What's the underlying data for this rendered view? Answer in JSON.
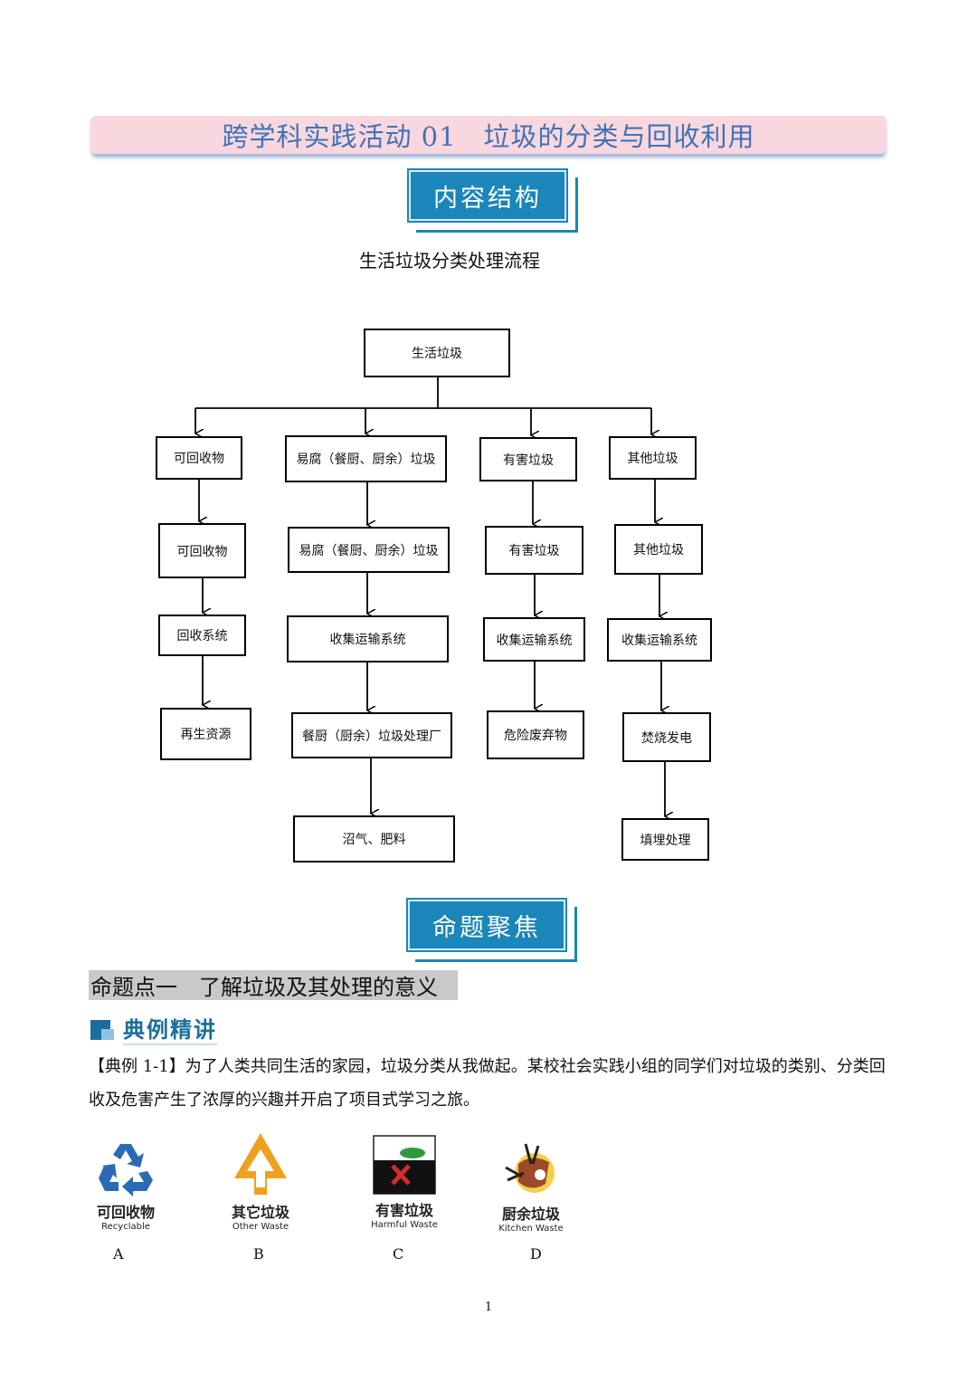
{
  "header": {
    "title": "跨学科实践活动 01　垃圾的分类与回收利用"
  },
  "section1": {
    "label": "内容结构"
  },
  "flowchart": {
    "title": "生活垃圾分类处理流程",
    "root": "生活垃圾",
    "col1": [
      "可回收物",
      "可回收物",
      "回收系统",
      "再生资源"
    ],
    "col2": [
      "易腐（餐厨、厨余）垃圾",
      "易腐（餐厨、厨余）垃圾",
      "收集运输系统",
      "餐厨（厨余）垃圾处理厂",
      "沼气、肥料"
    ],
    "col3": [
      "有害垃圾",
      "有害垃圾",
      "收集运输系统",
      "危险废弃物"
    ],
    "col4": [
      "其他垃圾",
      "其他垃圾",
      "收集运输系统",
      "焚烧发电",
      "填埋处理"
    ]
  },
  "section2": {
    "label": "命题聚焦"
  },
  "topic": {
    "title": "命题点一　了解垃圾及其处理的意义"
  },
  "example": {
    "heading": "典例精讲",
    "text": "【典例 1-1】为了人类共同生活的家园，垃圾分类从我做起。某校社会实践小组的同学们对垃圾的类别、分类回收及危害产生了浓厚的兴趣并开启了项目式学习之旅。"
  },
  "logos": [
    {
      "cn": "可回收物",
      "en": "Recyclable",
      "letter": "A",
      "color": "#2b6bb3"
    },
    {
      "cn": "其它垃圾",
      "en": "Other Waste",
      "letter": "B",
      "color": "#f0a020"
    },
    {
      "cn": "有害垃圾",
      "en": "Harmful Waste",
      "letter": "C",
      "color": "#d52b2b"
    },
    {
      "cn": "厨余垃圾",
      "en": "Kitchen  Waste",
      "letter": "D",
      "color": "#5a8a2e"
    }
  ],
  "footer": {
    "page": "1"
  }
}
